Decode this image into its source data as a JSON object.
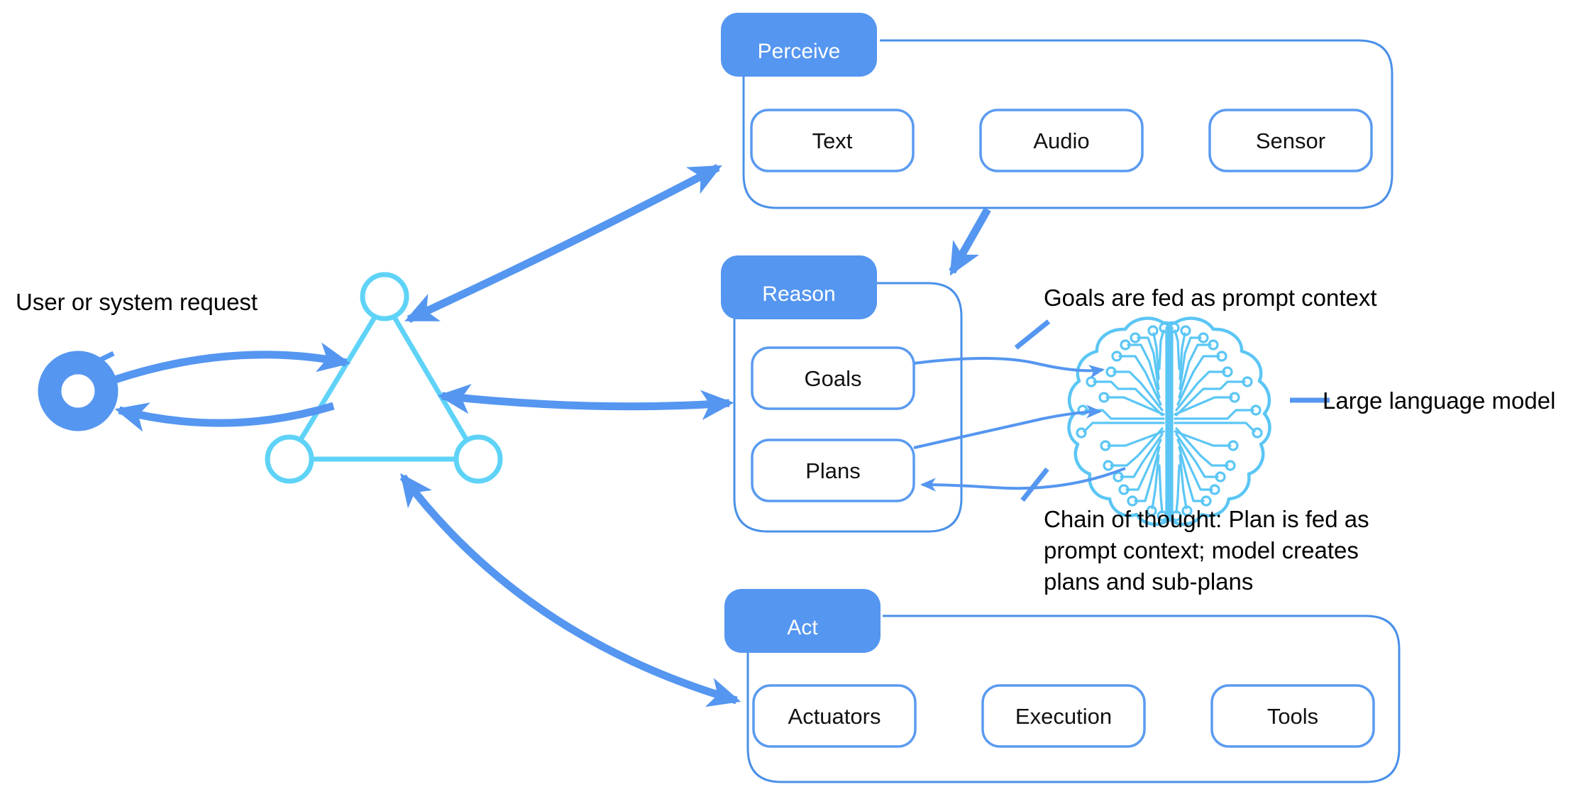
{
  "diagram": {
    "title": "Agent perceive-reason-act loop with large language model",
    "colors": {
      "accent_blue": "#5596f0",
      "light_cyan": "#5fd3f7",
      "brain_cyan": "#5bc6f5",
      "box_stroke": "#4a90e8",
      "text_black": "#000000",
      "tab_text": "#ffffff",
      "background": "#ffffff"
    },
    "entry": {
      "label": "User or system request",
      "icon": "donut-icon"
    },
    "agent": {
      "name": "agent-triangle",
      "nodes": [
        "top-node",
        "bottom-left-node",
        "bottom-right-node"
      ]
    },
    "stages": [
      {
        "id": "perceive",
        "tab_label": "Perceive",
        "items": [
          "Text",
          "Audio",
          "Sensor"
        ]
      },
      {
        "id": "reason",
        "tab_label": "Reason",
        "items": [
          "Goals",
          "Plans"
        ]
      },
      {
        "id": "act",
        "tab_label": "Act",
        "items": [
          "Actuators",
          "Execution",
          "Tools"
        ]
      }
    ],
    "annotations": [
      {
        "id": "goals-context",
        "lines": [
          "Goals are fed as prompt context"
        ]
      },
      {
        "id": "llm-legend",
        "lines": [
          "Large language model"
        ]
      },
      {
        "id": "chain-of-thought",
        "lines": [
          "Chain of thought: Plan is fed as",
          "prompt context; model creates",
          "plans and sub-plans"
        ]
      }
    ],
    "llm": {
      "icon": "brain-circuit-icon",
      "label": "Large language model"
    }
  }
}
